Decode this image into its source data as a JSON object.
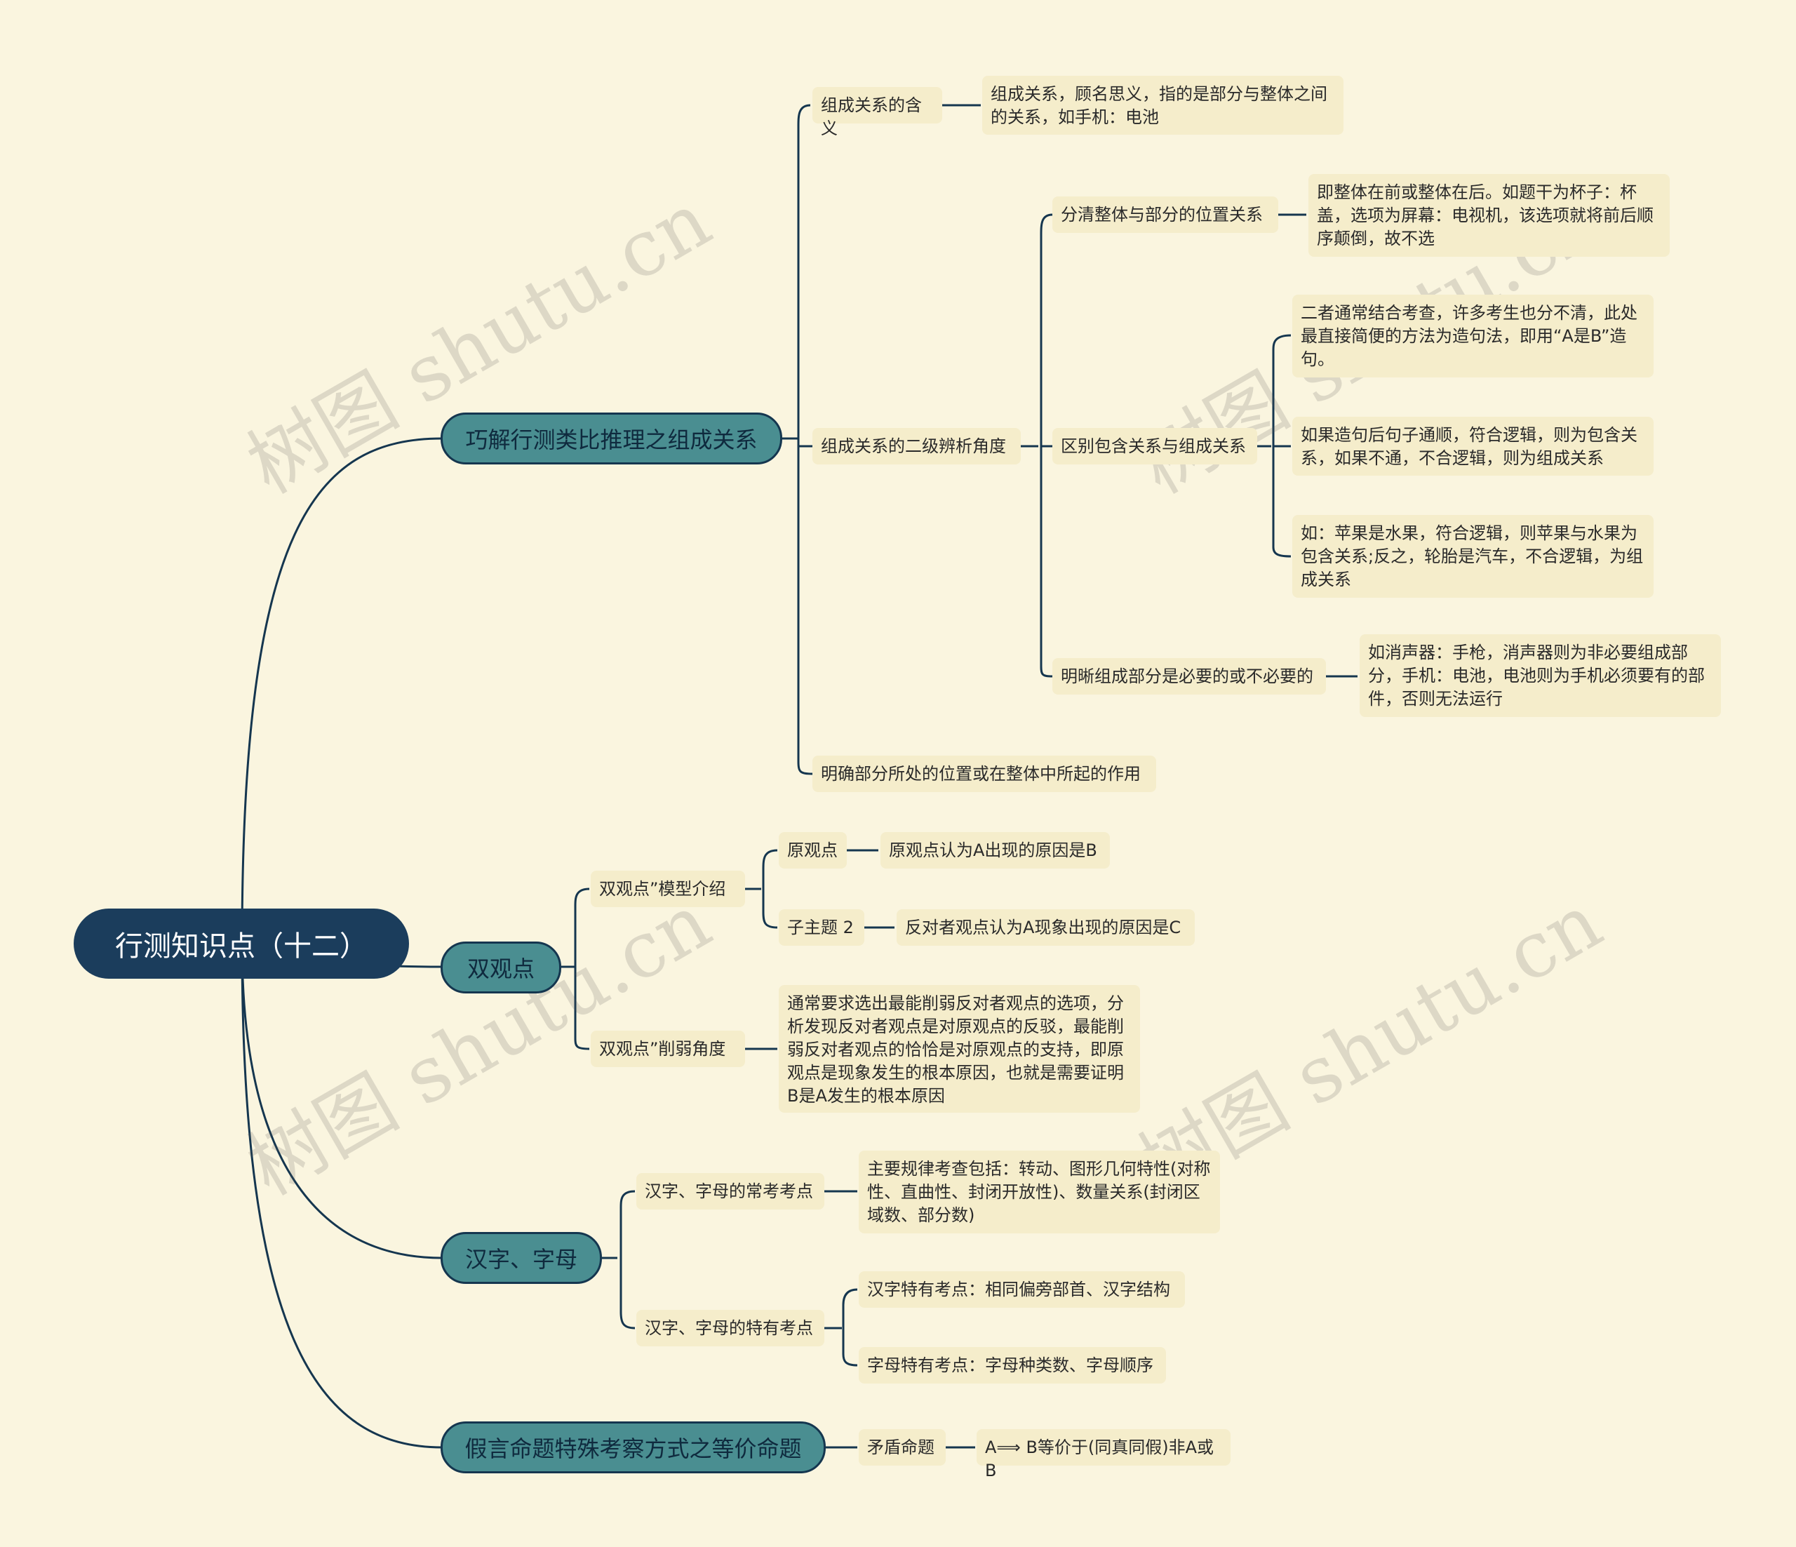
{
  "root": "行测知识点（十二）",
  "watermark": "树图 shutu.cn",
  "branch1": {
    "title": "巧解行测类比推理之组成关系",
    "meaning": {
      "label": "组成关系的含义",
      "text": "组成关系，顾名思义，指的是部分与整体之间的关系，如手机：电池"
    },
    "angles": {
      "label": "组成关系的二级辨析角度",
      "position": {
        "label": "分清整体与部分的位置关系",
        "text": "即整体在前或整体在后。如题干为杯子：杯盖，选项为屏幕：电视机，该选项就将前后顺序颠倒，故不选"
      },
      "distinguish": {
        "label": "区别包含关系与组成关系",
        "detail1": "二者通常结合考查，许多考生也分不清，此处最直接简便的方法为造句法，即用“A是B”造句。",
        "detail2": "如果造句后句子通顺，符合逻辑，则为包含关系，如果不通，不合逻辑，则为组成关系",
        "detail3": "如：苹果是水果，符合逻辑，则苹果与水果为包含关系;反之，轮胎是汽车，不合逻辑，为组成关系"
      },
      "necessary": {
        "label": "明晰组成部分是必要的或不必要的",
        "text": "如消声器：手枪，消声器则为非必要组成部分，手机：电池，电池则为手机必须要有的部件，否则无法运行"
      }
    },
    "role": "明确部分所处的位置或在整体中所起的作用"
  },
  "branch2": {
    "title": "双观点",
    "model": {
      "label": "双观点”模型介绍",
      "orig_label": "原观点",
      "orig_text": "原观点认为A出现的原因是B",
      "sub2_label": "子主题 2",
      "sub2_text": "反对者观点认为A现象出现的原因是C"
    },
    "weaken": {
      "label": "双观点”削弱角度",
      "text": "通常要求选出最能削弱反对者观点的选项，分析发现反对者观点是对原观点的反驳，最能削弱反对者观点的恰恰是对原观点的支持，即原观点是现象发生的根本原因，也就是需要证明B是A发生的根本原因"
    }
  },
  "branch3": {
    "title": "汉字、字母",
    "common": {
      "label": "汉字、字母的常考考点",
      "text": "主要规律考查包括：转动、图形几何特性(对称性、直曲性、封闭开放性)、数量关系(封闭区域数、部分数)"
    },
    "special": {
      "label": "汉字、字母的特有考点",
      "hanzi": "汉字特有考点：相同偏旁部首、汉字结构",
      "letter": "字母特有考点：字母种类数、字母顺序"
    }
  },
  "branch4": {
    "title": "假言命题特殊考察方式之等价命题",
    "contradiction": {
      "label": "矛盾命题",
      "text": "A⟹ B等价于(同真同假)非A或B"
    }
  }
}
